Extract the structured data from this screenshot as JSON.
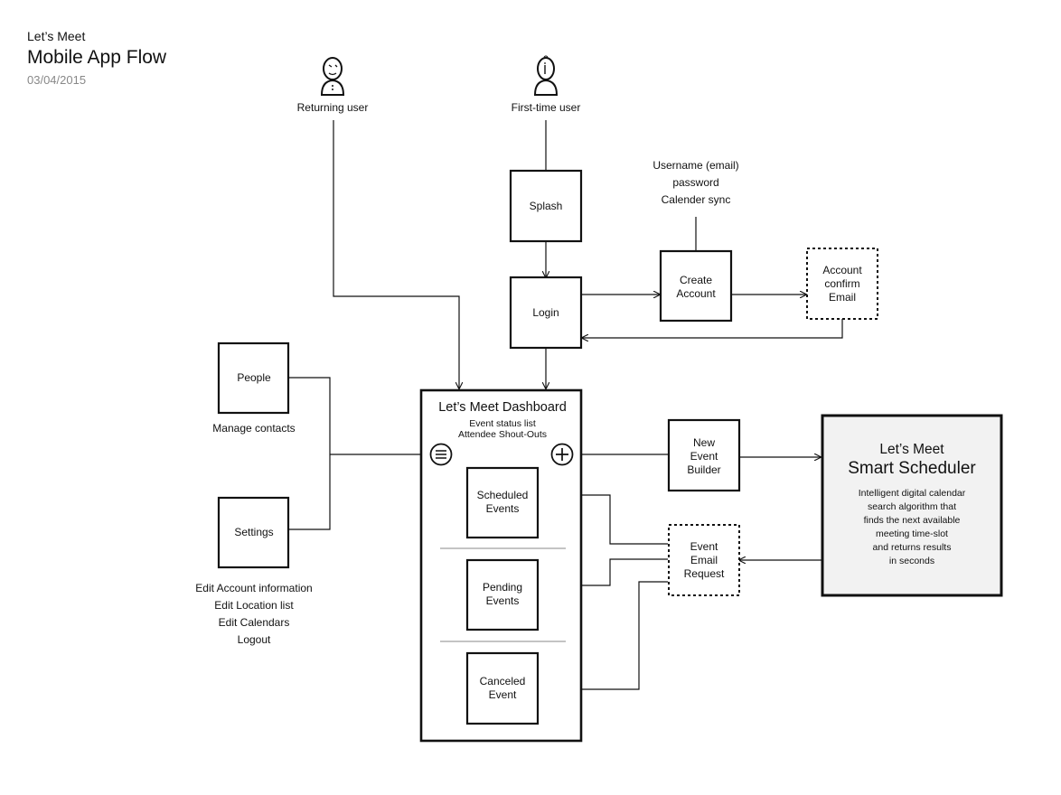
{
  "header": {
    "app_name": "Let’s Meet",
    "title": "Mobile App Flow",
    "date": "03/04/2015"
  },
  "actors": {
    "returning": "Returning user",
    "first_time": "First-time user"
  },
  "boxes": {
    "splash": "Splash",
    "login": "Login",
    "create_account": [
      "Create",
      "Account"
    ],
    "account_confirm": [
      "Account",
      "confirm",
      "Email"
    ],
    "people": "People",
    "settings": "Settings",
    "new_event": [
      "New",
      "Event",
      "Builder"
    ],
    "event_email": [
      "Event",
      "Email",
      "Request"
    ]
  },
  "annotations": {
    "create_account_fields": [
      "Username (email)",
      "password",
      "Calender sync"
    ],
    "people_note": "Manage contacts",
    "settings_notes": [
      "Edit Account information",
      "Edit Location list",
      "Edit Calendars",
      "Logout"
    ]
  },
  "dashboard": {
    "title": "Let’s Meet Dashboard",
    "sub1": "Event status list",
    "sub2": "Attendee  Shout-Outs",
    "scheduled": [
      "Scheduled",
      "Events"
    ],
    "pending": [
      "Pending",
      "Events"
    ],
    "canceled": [
      "Canceled",
      "Event"
    ]
  },
  "scheduler": {
    "title1": "Let’s Meet",
    "title2": "Smart Scheduler",
    "desc": [
      "Intelligent digital calendar",
      "search algorithm that",
      "finds the next available",
      "meeting time-slot",
      "and returns results",
      "in seconds"
    ]
  },
  "icons": {
    "menu": "menu-icon",
    "add": "plus-icon",
    "returning_user": "returning-user-icon",
    "first_time_user": "first-time-user-icon"
  }
}
